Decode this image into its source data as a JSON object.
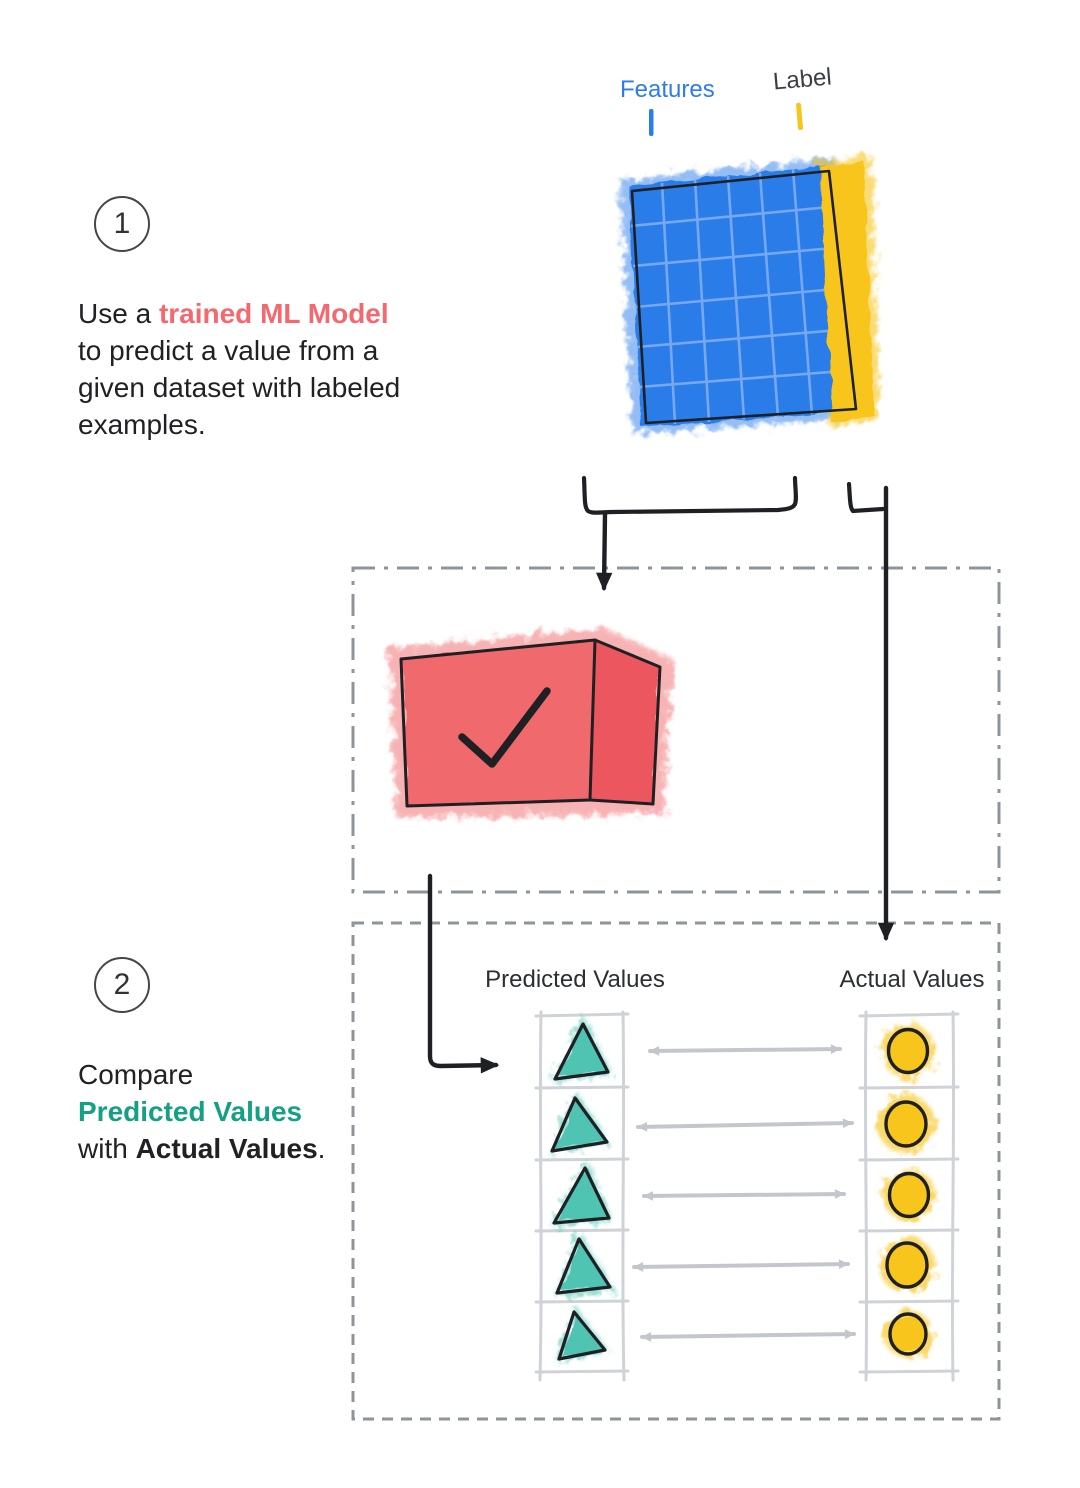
{
  "colors": {
    "ink": "#1f2023",
    "blue": "#2b7de9",
    "blue-grid": "#7fadf1",
    "yellow": "#f7c51d",
    "red": "#f0696c",
    "red-side": "#ec575e",
    "teal": "#4fc4b2",
    "teal-text": "#13a084",
    "pink-text": "#f4696f",
    "gray-arrow": "#c3c7cd",
    "ladder": "#cfd2d6",
    "box-border": "#8e949b",
    "text": "#202124"
  },
  "dataset": {
    "features_label": "Features",
    "label_label": "Label"
  },
  "step1": {
    "number": "1",
    "line1_pre": "Use a ",
    "line1_highlight": "trained ML Model",
    "line2": "to predict a value from a",
    "line3": "given dataset with labeled",
    "line4": "examples."
  },
  "step2": {
    "number": "2",
    "line1": "Compare",
    "line2": "Predicted Values",
    "line3_pre": "with ",
    "line3_bold": "Actual Values",
    "line3_end": "."
  },
  "comparison": {
    "predicted_header": "Predicted Values",
    "actual_header": "Actual Values",
    "row_count": 5
  }
}
